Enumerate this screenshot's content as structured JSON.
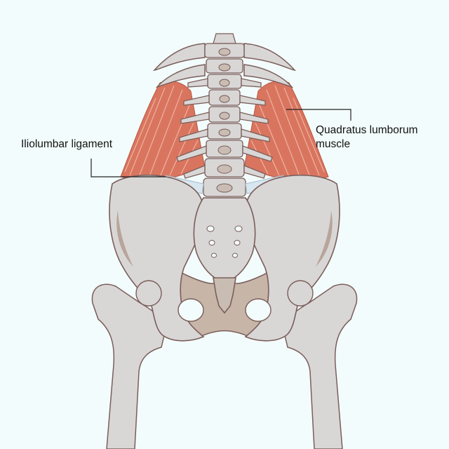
{
  "labels": {
    "iliolumbar_ligament": "Iliolumbar ligament",
    "quadratus_lumborum_line1": "Quadratus lumborum",
    "quadratus_lumborum_line2": "muscle"
  },
  "colors": {
    "background": "#f3fcfc",
    "bone": "#d9d6d6",
    "bone_outline": "#7a5e5a",
    "bone_shadow": "#c7b5a8",
    "muscle": "#d9755f",
    "muscle_fiber": "#f0b2a2",
    "ligament": "#d7e6ef",
    "leader_line": "#222222"
  }
}
